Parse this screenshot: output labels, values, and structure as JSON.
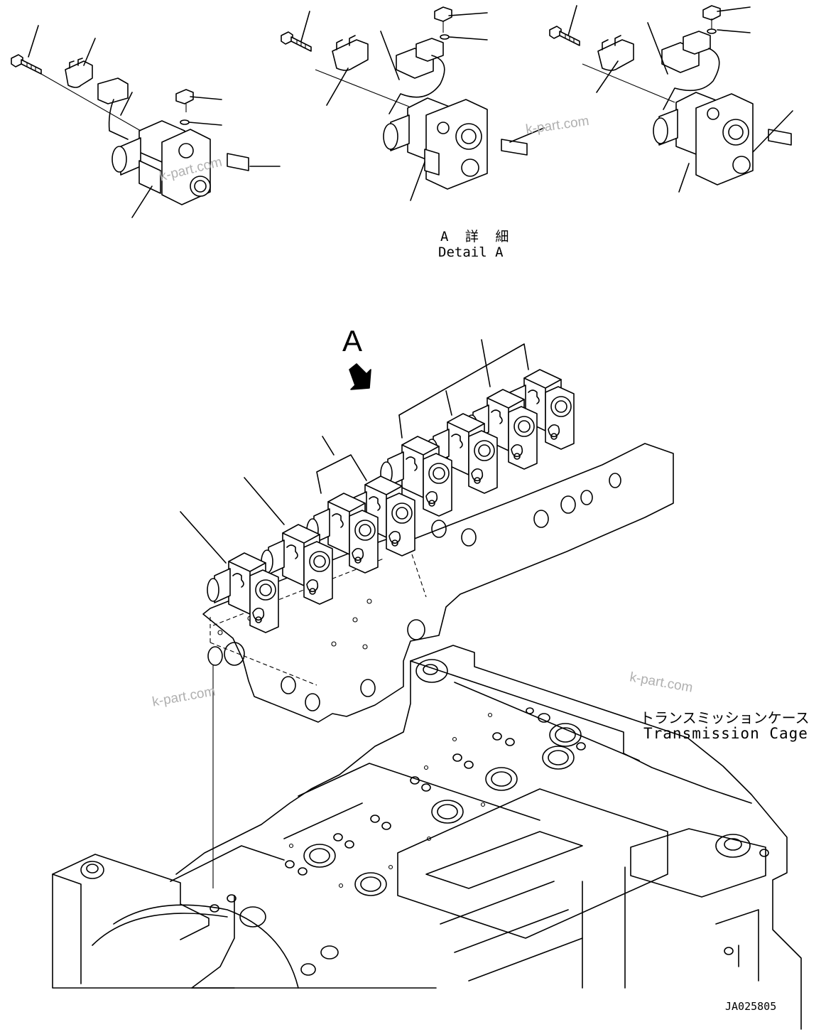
{
  "detail_caption": {
    "jp": "A 詳 細",
    "en": "Detail A"
  },
  "view_marker": "A",
  "case_label": {
    "jp": "トランスミッションケース",
    "en": "Transmission Cage"
  },
  "drawing_number": "JA025805",
  "watermark": "k-part.com"
}
